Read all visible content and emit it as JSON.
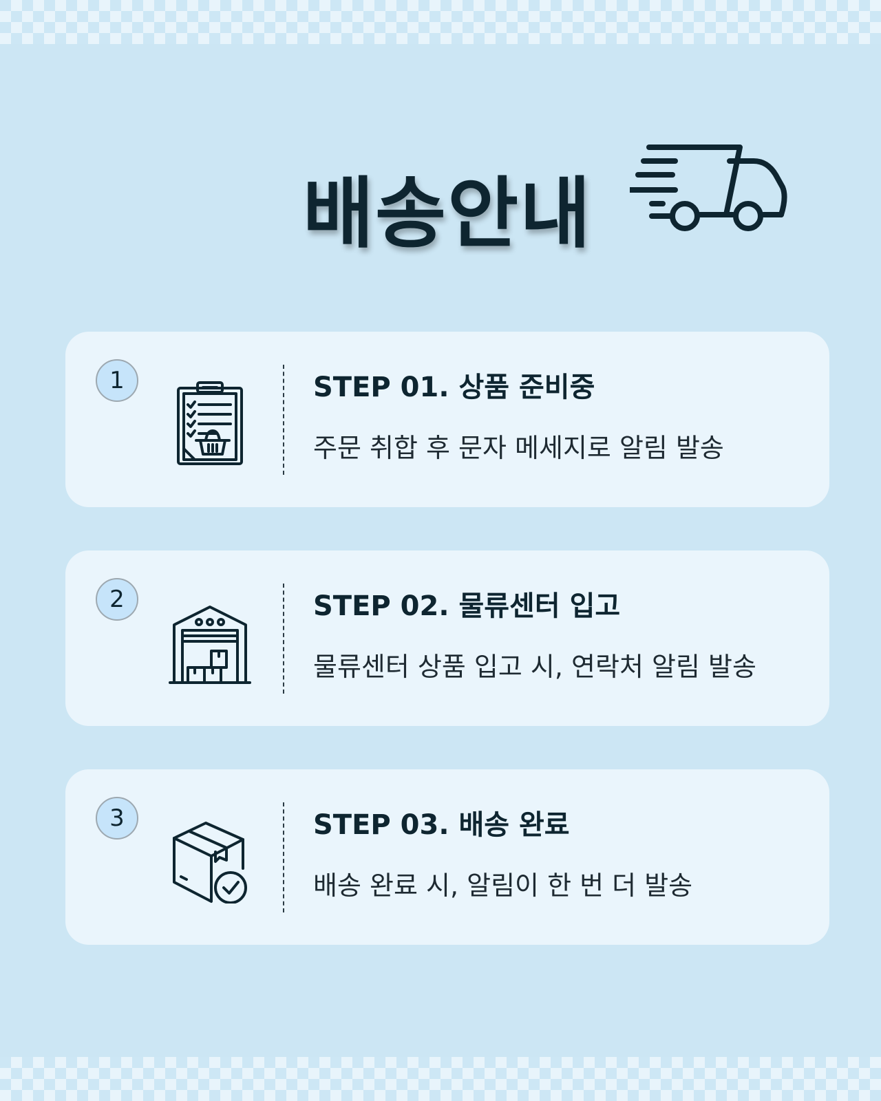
{
  "header": {
    "title": "배송안내",
    "icon": "delivery-truck-icon"
  },
  "steps": [
    {
      "number": "1",
      "title": "STEP 01. 상품 준비중",
      "description": "주문 취합 후 문자 메세지로 알림 발송",
      "icon": "clipboard-basket-icon"
    },
    {
      "number": "2",
      "title": "STEP 02. 물류센터 입고",
      "description": "물류센터 상품 입고 시, 연락처 알림 발송",
      "icon": "warehouse-icon"
    },
    {
      "number": "3",
      "title": "STEP 03. 배송 완료",
      "description": "배송 완료 시, 알림이 한 번 더 발송",
      "icon": "box-check-icon"
    }
  ],
  "colors": {
    "background": "#cce6f4",
    "card": "#eaf5fc",
    "text": "#0e2530",
    "badge": "#c6e4fa"
  }
}
